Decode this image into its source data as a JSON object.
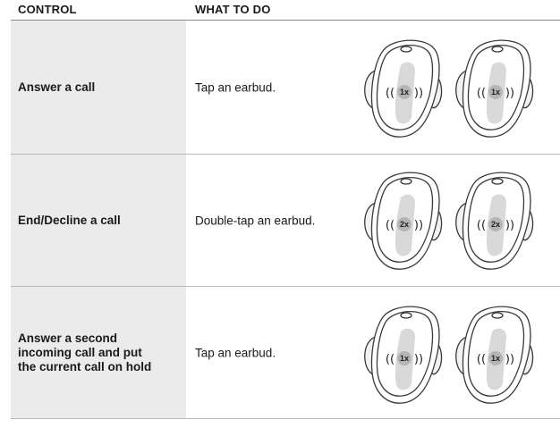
{
  "header": {
    "control": "CONTROL",
    "what_to_do": "WHAT TO DO"
  },
  "rows": [
    {
      "control": "Answer a call",
      "action": "Tap an earbud.",
      "tap_count": "1x"
    },
    {
      "control": "End/Decline a call",
      "action": "Double-tap an earbud.",
      "tap_count": "2x"
    },
    {
      "control": "Answer a second\nincoming call and put\nthe current call on hold",
      "action": "Tap an earbud.",
      "tap_count": "1x"
    }
  ],
  "colors": {
    "control_cell_bg": "#ebebeb",
    "rule": "#b9b9b9"
  }
}
